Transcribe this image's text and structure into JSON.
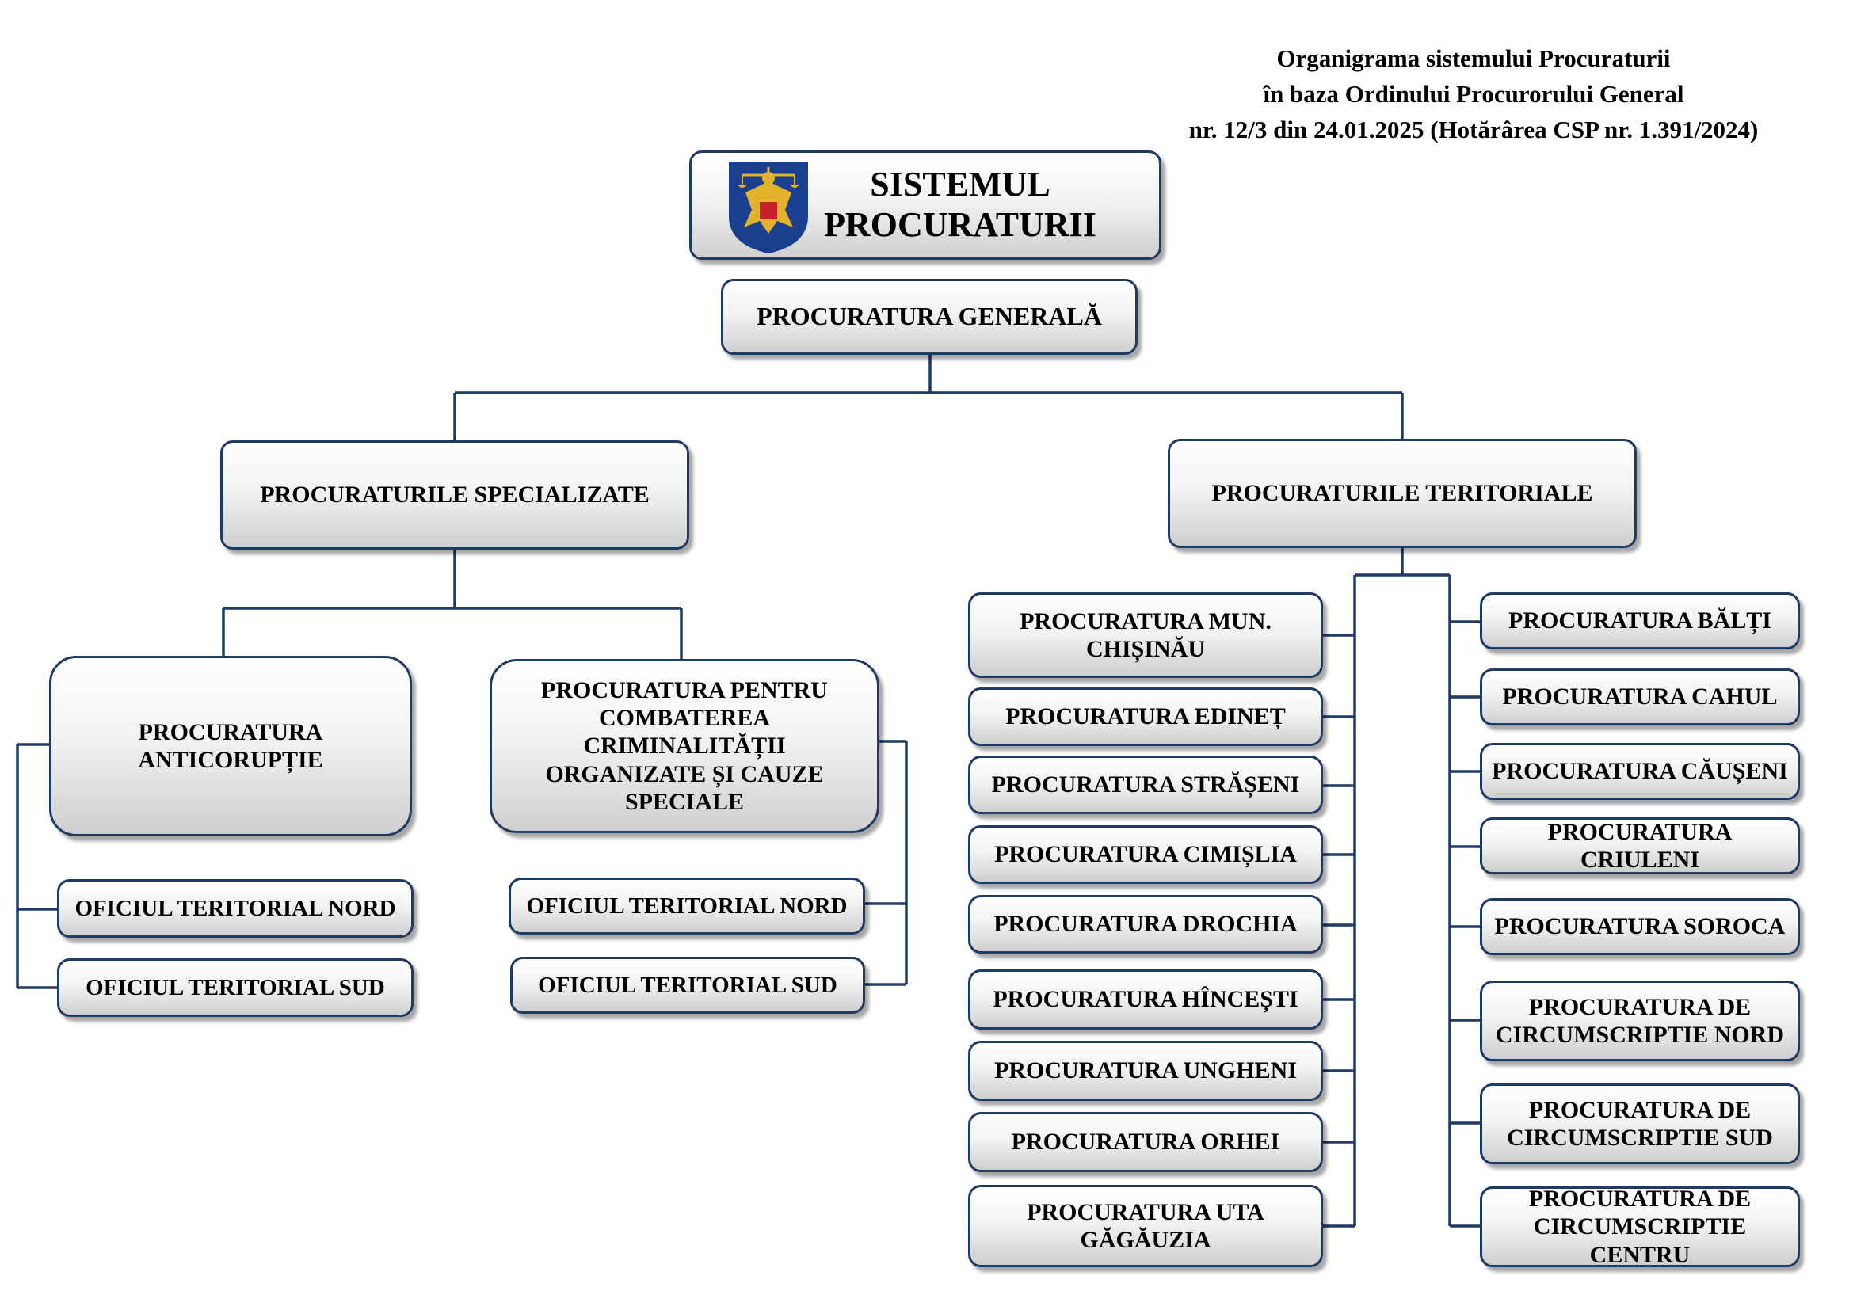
{
  "title": {
    "line1": "Organigrama sistemului Procuraturii",
    "line2": "în baza Ordinului Procurorului General",
    "line3": "nr. 12/3 din 24.01.2025 (Hotărârea CSP nr. 1.391/2024)"
  },
  "root": {
    "line1": "SISTEMUL",
    "line2": "PROCURATURII"
  },
  "general": "PROCURATURA GENERALĂ",
  "specialized": {
    "label": "PROCURATURILE SPECIALIZATE",
    "anticorruption": {
      "label": "PROCURATURA ANTICORUPȚIE",
      "offices": [
        "OFICIUL TERITORIAL NORD",
        "OFICIUL TERITORIAL SUD"
      ]
    },
    "organized_crime": {
      "label": "PROCURATURA PENTRU COMBATEREA CRIMINALITĂȚII ORGANIZATE ȘI CAUZE SPECIALE",
      "offices": [
        "OFICIUL TERITORIAL NORD",
        "OFICIUL TERITORIAL SUD"
      ]
    }
  },
  "territorial": {
    "label": "PROCURATURILE TERITORIALE",
    "left": [
      "PROCURATURA MUN. CHIȘINĂU",
      "PROCURATURA EDINEȚ",
      "PROCURATURA STRĂȘENI",
      "PROCURATURA CIMIȘLIA",
      "PROCURATURA DROCHIA",
      "PROCURATURA HÎNCEȘTI",
      "PROCURATURA UNGHENI",
      "PROCURATURA ORHEI",
      "PROCURATURA UTA GĂGĂUZIA"
    ],
    "right": [
      "PROCURATURA BĂLȚI",
      "PROCURATURA CAHUL",
      "PROCURATURA CĂUȘENI",
      "PROCURATURA CRIULENI",
      "PROCURATURA SOROCA",
      "PROCURATURA DE CIRCUMSCRIPTIE NORD",
      "PROCURATURA DE CIRCUMSCRIPTIE SUD",
      "PROCURATURA DE CIRCUMSCRIPTIE CENTRU"
    ]
  },
  "colors": {
    "border": "#1f3a64",
    "line": "#1f3a64"
  }
}
